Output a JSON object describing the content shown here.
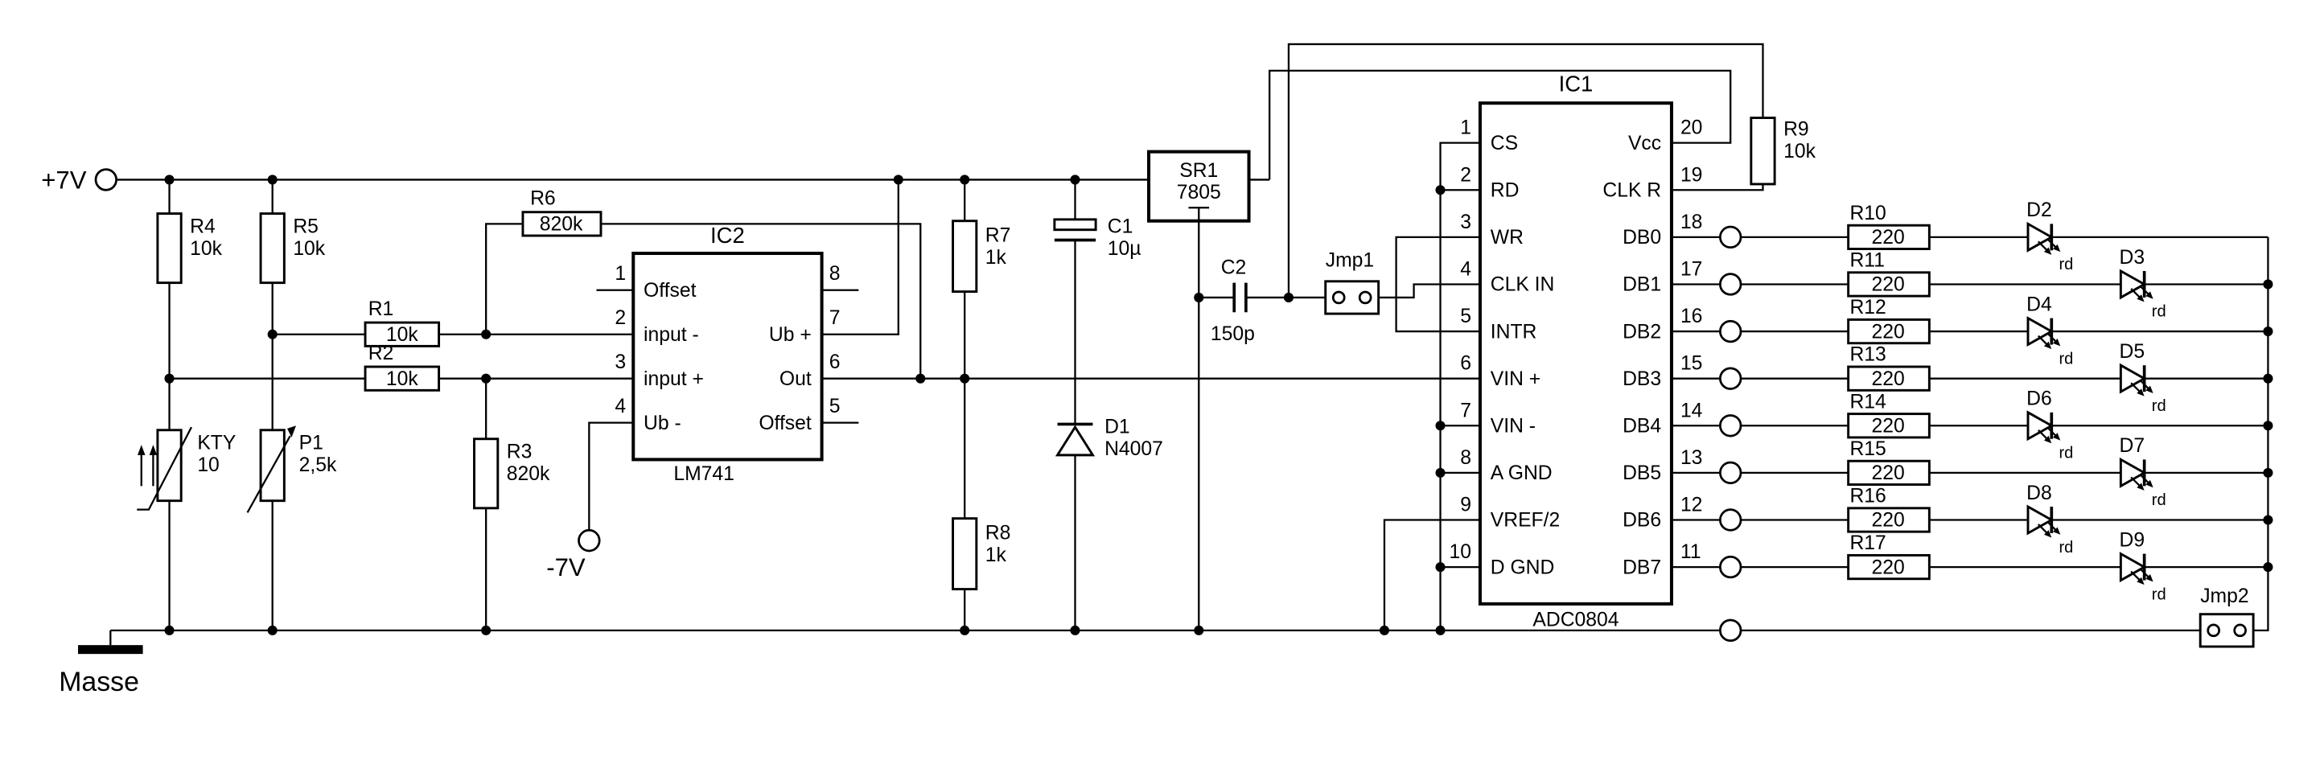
{
  "labels": {
    "vplus": "+7V",
    "vminus": "-7V",
    "ground": "Masse"
  },
  "components": {
    "r1": {
      "name": "R1",
      "value": "10k"
    },
    "r2": {
      "name": "R2",
      "value": "10k"
    },
    "r3": {
      "name": "R3",
      "value": "820k"
    },
    "r4": {
      "name": "R4",
      "value": "10k"
    },
    "r5": {
      "name": "R5",
      "value": "10k"
    },
    "r6": {
      "name": "R6",
      "value": "820k"
    },
    "r7": {
      "name": "R7",
      "value": "1k"
    },
    "r8": {
      "name": "R8",
      "value": "1k"
    },
    "r9": {
      "name": "R9",
      "value": "10k"
    },
    "kty": {
      "name": "KTY",
      "value": "10"
    },
    "p1": {
      "name": "P1",
      "value": "2,5k"
    },
    "c1": {
      "name": "C1",
      "value": "10µ"
    },
    "c2": {
      "name": "C2",
      "value": "150p"
    },
    "d1": {
      "name": "D1",
      "value": "N4007"
    },
    "sr1": {
      "name": "SR1",
      "value": "7805"
    },
    "jmp1": {
      "name": "Jmp1"
    },
    "jmp2": {
      "name": "Jmp2"
    }
  },
  "ic2": {
    "title": "IC2",
    "part": "LM741",
    "left_pins": [
      {
        "num": "1",
        "label": "Offset"
      },
      {
        "num": "2",
        "label": "input -"
      },
      {
        "num": "3",
        "label": "input +"
      },
      {
        "num": "4",
        "label": "Ub -"
      }
    ],
    "right_pins": [
      {
        "num": "8",
        "label": ""
      },
      {
        "num": "7",
        "label": "Ub +"
      },
      {
        "num": "6",
        "label": "Out"
      },
      {
        "num": "5",
        "label": "Offset"
      }
    ]
  },
  "ic1": {
    "title": "IC1",
    "part": "ADC0804",
    "left_pins": [
      {
        "num": "1",
        "label": "CS"
      },
      {
        "num": "2",
        "label": "RD"
      },
      {
        "num": "3",
        "label": "WR"
      },
      {
        "num": "4",
        "label": "CLK IN"
      },
      {
        "num": "5",
        "label": "INTR"
      },
      {
        "num": "6",
        "label": "VIN +"
      },
      {
        "num": "7",
        "label": "VIN -"
      },
      {
        "num": "8",
        "label": "A GND"
      },
      {
        "num": "9",
        "label": "VREF/2"
      },
      {
        "num": "10",
        "label": "D GND"
      }
    ],
    "right_pins": [
      {
        "num": "20",
        "label": "Vcc"
      },
      {
        "num": "19",
        "label": "CLK R"
      },
      {
        "num": "18",
        "label": "DB0"
      },
      {
        "num": "17",
        "label": "DB1"
      },
      {
        "num": "16",
        "label": "DB2"
      },
      {
        "num": "15",
        "label": "DB3"
      },
      {
        "num": "14",
        "label": "DB4"
      },
      {
        "num": "13",
        "label": "DB5"
      },
      {
        "num": "12",
        "label": "DB6"
      },
      {
        "num": "11",
        "label": "DB7"
      }
    ]
  },
  "led_rows": [
    {
      "res": "R10",
      "value": "220",
      "led": "D2",
      "color": "rd"
    },
    {
      "res": "R11",
      "value": "220",
      "led": "D3",
      "color": "rd"
    },
    {
      "res": "R12",
      "value": "220",
      "led": "D4",
      "color": "rd"
    },
    {
      "res": "R13",
      "value": "220",
      "led": "D5",
      "color": "rd"
    },
    {
      "res": "R14",
      "value": "220",
      "led": "D6",
      "color": "rd"
    },
    {
      "res": "R15",
      "value": "220",
      "led": "D7",
      "color": "rd"
    },
    {
      "res": "R16",
      "value": "220",
      "led": "D8",
      "color": "rd"
    },
    {
      "res": "R17",
      "value": "220",
      "led": "D9",
      "color": "rd"
    }
  ]
}
